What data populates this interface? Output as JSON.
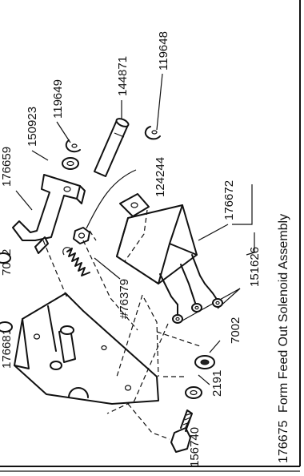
{
  "caption": {
    "part_number": "176675",
    "title": "Form Feed Out Solenoid Assembly"
  },
  "labels": {
    "p144871": "144871",
    "p119648": "119648",
    "p119649": "119649",
    "p150923": "150923",
    "p176659": "176659",
    "p124244": "124244",
    "p176672": "176672",
    "p151626": "151626",
    "p76379": "#76379",
    "p7002": "7002",
    "p2191": "2191",
    "p156740": "156740",
    "p7002_cut": "7002",
    "p176681_cut": "176681"
  },
  "colors": {
    "ink": "#111111",
    "paper": "#ffffff"
  }
}
